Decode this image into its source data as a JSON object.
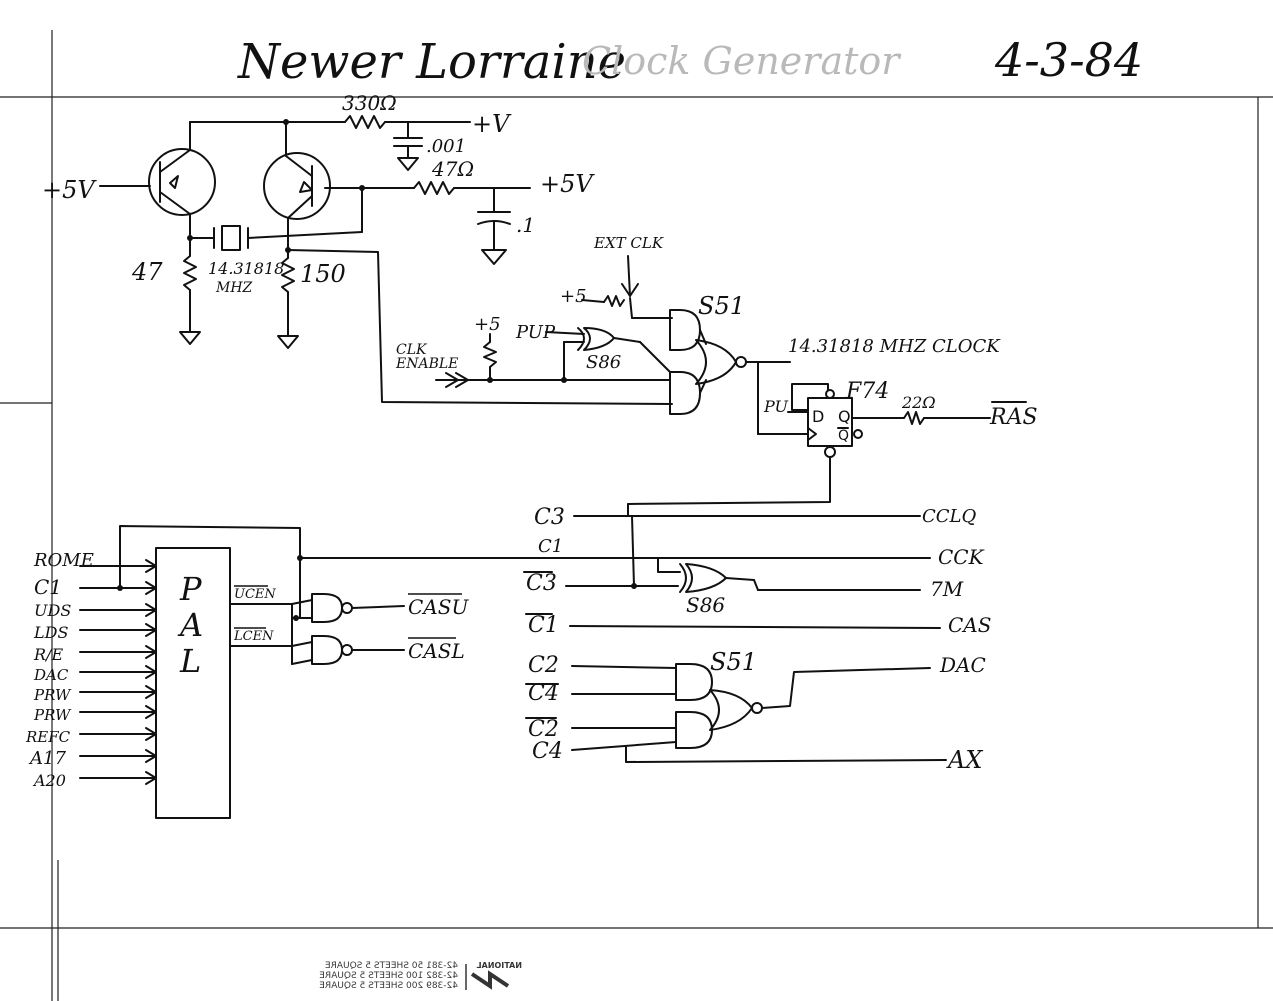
{
  "title": {
    "name": "Newer Lorraine",
    "subtitle": "Clock Generator",
    "date": "4-3-84"
  },
  "oscillator": {
    "plus5v_in": "+5V",
    "r_top": "330Ω",
    "plus_v": "+V",
    "cap_top": ".001",
    "r_mid": "47Ω",
    "plus5v_out": "+5V",
    "cap_bypass": ".1",
    "r_left": "47",
    "crystal_line1": "14.31818",
    "crystal_line2": "MHZ",
    "r_right": "150"
  },
  "gating": {
    "ext_clk": "EXT CLK",
    "plus5_a": "+5",
    "gate_551": "S51",
    "plus5_b": "+5",
    "pup": "PUP",
    "xor_586": "S86",
    "clk_enable_1": "CLK",
    "clk_enable_2": "ENABLE",
    "clock_out": "14.31818 MHZ CLOCK"
  },
  "flipflop": {
    "part": "F74",
    "pu": "PU",
    "d": "D",
    "q": "Q",
    "qbar": "Q",
    "r_out": "22Ω",
    "ras": "RAS"
  },
  "pal": {
    "letters": [
      "P",
      "A",
      "L"
    ],
    "inputs": [
      "ROME",
      "C1",
      "UDS",
      "LDS",
      "R/E",
      "DAC",
      "PRW",
      "PRW",
      "REFC",
      "A17",
      "A20"
    ],
    "ucen": "UCEN",
    "lcen": "LCEN",
    "casu": "CASU",
    "casl": "CASL"
  },
  "signals": {
    "c3": "C3",
    "cclq": "CCLQ",
    "c1": "C1",
    "cck": "CCK",
    "c3bar": "C3",
    "xor_586": "S86",
    "seven_m": "7M",
    "c1bar": "C1",
    "cas": "CAS",
    "c2": "C2",
    "c4bar": "C4",
    "gate_551": "S51",
    "dac": "DAC",
    "c2bar": "C2",
    "c4": "C4",
    "ax": "AX"
  },
  "footer": {
    "l1": "42-381  50 SHEETS 5 SQUARE",
    "l2": "42-382 100 SHEETS 5 SQUARE",
    "l3": "42-389 200 SHEETS 5 SQUARE",
    "brand": "NATIONAL"
  }
}
